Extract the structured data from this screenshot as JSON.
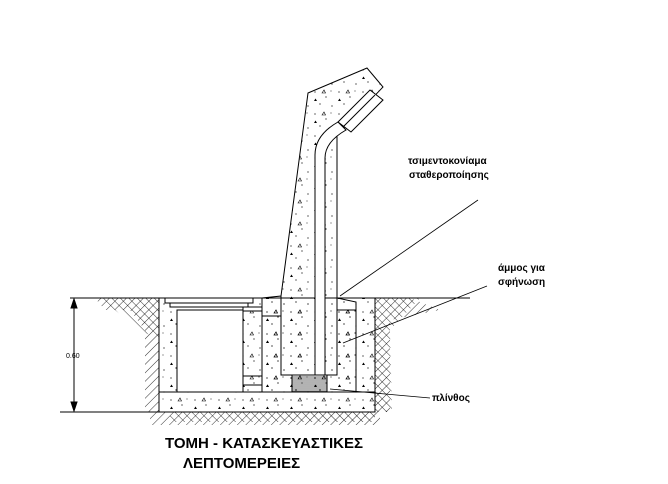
{
  "drawing": {
    "title_line1": "ΤΟΜΗ - ΚΑΤΑΣΚΕΥΑΣΤΙΚΕΣ",
    "title_line2": "ΛΕΠΤΟΜΕΡΕΙΕΣ",
    "dimension": "0.60",
    "labels": {
      "mortar_line1": "τσιμεντοκονίαμα",
      "mortar_line2": "σταθεροποίησης",
      "sand_line1": "άμμος για",
      "sand_line2": "σφήνωση",
      "brick": "πλίνθος"
    },
    "colors": {
      "line": "#000000",
      "background": "#ffffff"
    }
  }
}
